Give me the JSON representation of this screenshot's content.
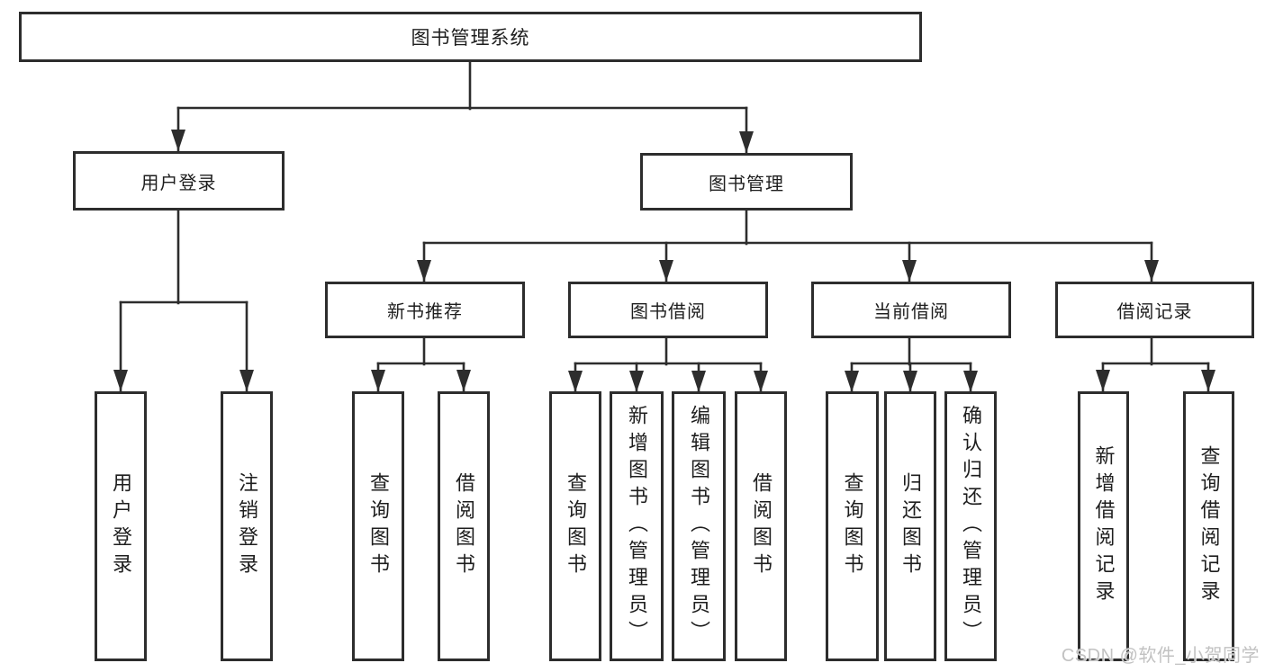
{
  "colors": {
    "line": "#2d2d2d",
    "box_border": "#2d2d2d",
    "text": "#1e1e1e",
    "background": "#ffffff",
    "watermark": "#c2c2c2"
  },
  "watermark": {
    "text": "CSDN @软件_小贺同学"
  },
  "tree": {
    "root": {
      "label": "图书管理系统",
      "children": [
        {
          "label": "用户登录",
          "children": [
            {
              "label": "用户登录"
            },
            {
              "label": "注销登录"
            }
          ]
        },
        {
          "label": "图书管理",
          "children": [
            {
              "label": "新书推荐",
              "children": [
                {
                  "label": "查询图书"
                },
                {
                  "label": "借阅图书"
                }
              ]
            },
            {
              "label": "图书借阅",
              "children": [
                {
                  "label": "查询图书"
                },
                {
                  "label": "新增图书（管理员）"
                },
                {
                  "label": "编辑图书（管理员）"
                },
                {
                  "label": "借阅图书"
                }
              ]
            },
            {
              "label": "当前借阅",
              "children": [
                {
                  "label": "查询图书"
                },
                {
                  "label": "归还图书"
                },
                {
                  "label": "确认归还（管理员）"
                }
              ]
            },
            {
              "label": "借阅记录",
              "children": [
                {
                  "label": "新增借阅记录"
                },
                {
                  "label": "查询借阅记录"
                }
              ]
            }
          ]
        }
      ]
    }
  }
}
